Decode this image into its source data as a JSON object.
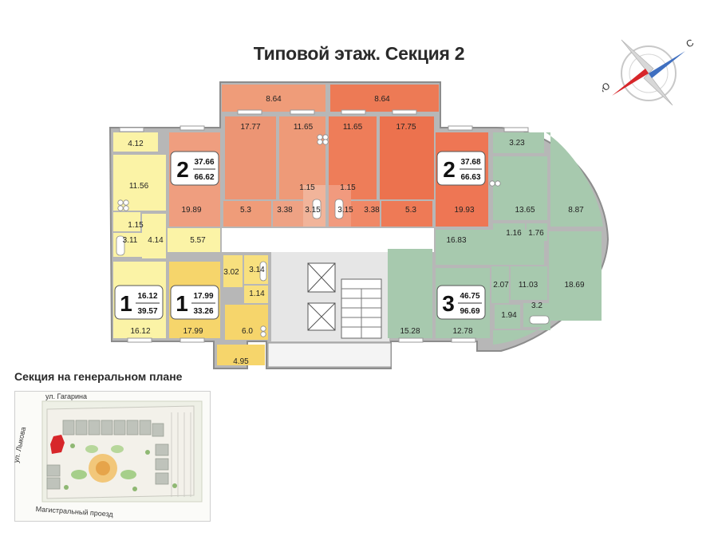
{
  "title": "Типовой этаж. Секция 2",
  "compass": {
    "north": "С",
    "south": "Ю"
  },
  "colors": {
    "orange_light": "#ee9f7e",
    "orange": "#ee8460",
    "orange_dark": "#ed7552",
    "green": "#a7c9ae",
    "yellow": "#fbf3a6",
    "yellow_dark": "#f6d56b",
    "wall": "#a3a3a3",
    "accent_red": "#d7262a"
  },
  "apartments": [
    {
      "rooms": "2",
      "living": "37.66",
      "total": "66.62"
    },
    {
      "rooms": "2",
      "living": "37.68",
      "total": "66.63"
    },
    {
      "rooms": "1",
      "living": "16.12",
      "total": "39.57"
    },
    {
      "rooms": "1",
      "living": "17.99",
      "total": "33.26"
    },
    {
      "rooms": "3",
      "living": "46.75",
      "total": "96.69"
    }
  ],
  "areas": {
    "balcony_left": "8.64",
    "balcony_right": "8.64",
    "ll_room_left": "17.77",
    "ll_room_right": "11.65",
    "lr_room_left": "11.65",
    "lr_room_right": "17.75",
    "ll_kitchen": "19.89",
    "ll_hall": "5.3",
    "ll_bath1": "3.38",
    "ll_bath2": "1.15",
    "ll_bath3": "3.15",
    "lr_bath1": "1.15",
    "lr_bath2": "3.15",
    "lr_bath3": "3.38",
    "lr_hall": "5.3",
    "lr_kitchen": "19.93",
    "y_loggia": "4.12",
    "y_kitchen": "11.56",
    "y_wc": "1.15",
    "y_bath": "3.11",
    "y_hall": "4.14",
    "y_corr": "5.57",
    "y_room": "16.12",
    "y2_room": "17.99",
    "s_bath": "3.02",
    "s_bath2": "3.14",
    "s_wc": "1.14",
    "s_kitchen": "6.0",
    "s_loggia": "4.95",
    "g_loggia": "3.23",
    "g_kitchen": "13.65",
    "g_balcony": "8.87",
    "g_wc": "1.16",
    "g_hall2": "1.76",
    "g_corr": "16.83",
    "g_store": "2.07",
    "g_hall": "11.03",
    "g_bed": "18.69",
    "g_wc2": "1.94",
    "g_bath": "3.2",
    "g_room1": "15.28",
    "g_room2": "12.78"
  },
  "site_plan": {
    "title": "Секция на генеральном плане",
    "street_top": "ул. Гагарина",
    "street_left": "ул. Лыкова",
    "street_bottom": "Магистральный проезд"
  }
}
